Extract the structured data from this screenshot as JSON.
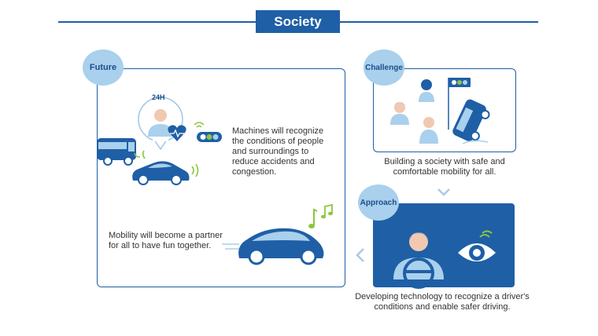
{
  "header": {
    "title": "Society"
  },
  "future": {
    "badge": "Future",
    "hours_label": "24H",
    "text_1": "Machines will recognize the conditions of people and surroundings to reduce accidents and congestion.",
    "text_2": "Mobility will become a partner for all to have fun together."
  },
  "challenge": {
    "badge": "Challenge",
    "caption": "Building a society with safe and comfortable mobility for all."
  },
  "approach": {
    "badge": "Approach",
    "caption": "Developing technology to recognize a driver's conditions and enable safer driving."
  },
  "colors": {
    "brand_blue": "#1f5fa6",
    "light_blue": "#a9d0ec",
    "green": "#8cc63f",
    "dark_panel": "#1f5fa6"
  },
  "icons": [
    "person-icon",
    "heart-icon",
    "traffic-light-icon",
    "signal-icon",
    "car-icon",
    "bus-icon",
    "music-note-icon",
    "eye-icon",
    "driver-icon",
    "chevron-down-icon",
    "chevron-left-icon"
  ]
}
